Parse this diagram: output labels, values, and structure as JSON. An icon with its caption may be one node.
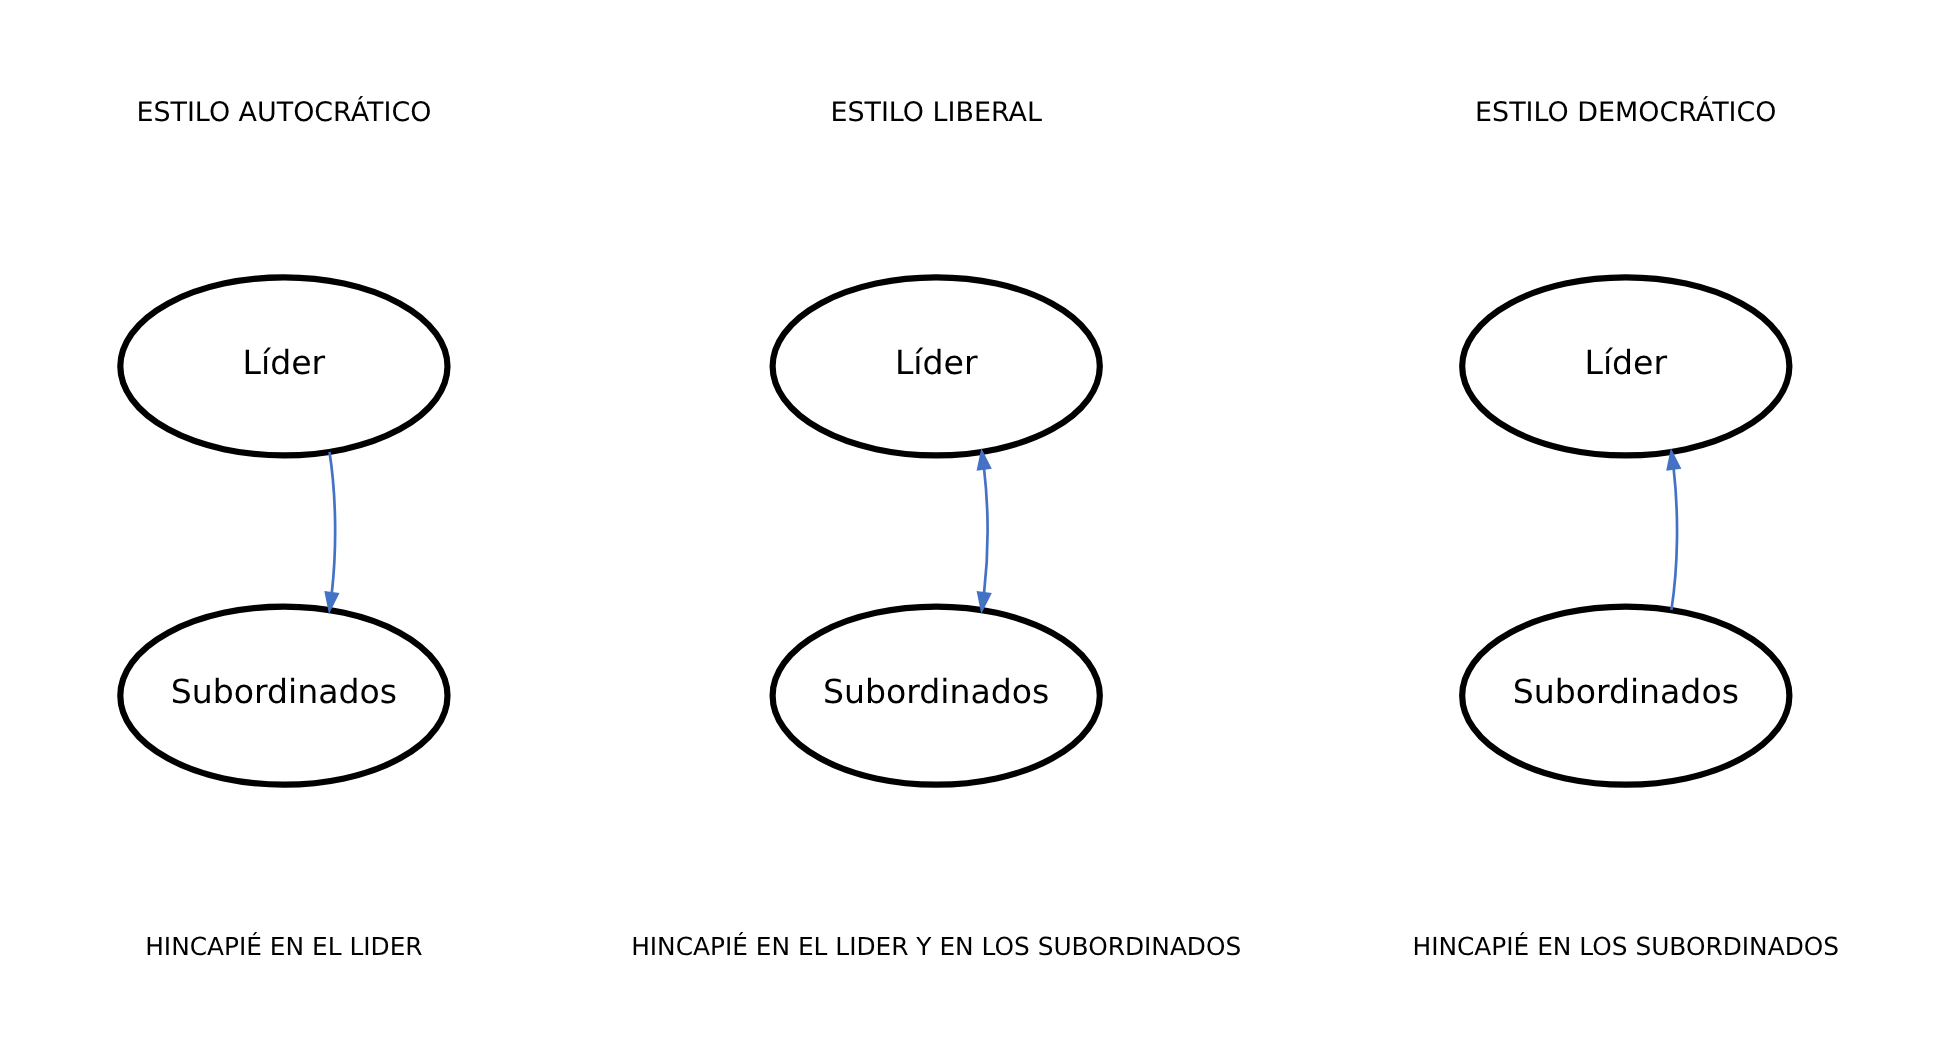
{
  "diagram": {
    "nodes": [
      {
        "text": [
          "Líder"
        ]
      },
      {
        "text": [
          "Líder"
        ]
      },
      {
        "text": [
          "Líder"
        ]
      },
      {
        "text": [
          "Subordinados"
        ]
      },
      {
        "text": [
          "Subordinados"
        ]
      },
      {
        "text": [
          "Subordinados"
        ]
      }
    ],
    "edges": [
      {
        "from": 0,
        "to": 3,
        "arrow": "to"
      },
      {
        "from": 1,
        "to": 4,
        "arrow": "both"
      },
      {
        "from": 5,
        "to": 2,
        "arrow": "to"
      }
    ],
    "labels": [
      "ESTILO AUTOCRÁTICO",
      "ESTILO LIBERAL",
      "ESTILO DEMOCRÁTICO",
      "HINCAPIÉ EN EL LIDER",
      "HINCAPIÉ EN EL LIDER Y EN LOS SUBORDINADOS",
      "HINCAPIÉ EN LOS SUBORDINADOS"
    ]
  }
}
